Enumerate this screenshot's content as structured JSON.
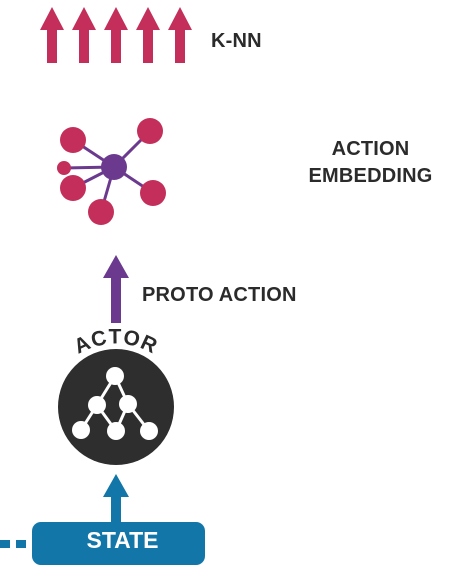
{
  "labels": {
    "knn": "K-NN",
    "action_embedding_line1": "ACTION",
    "action_embedding_line2": "EMBEDDING",
    "proto_action": "PROTO ACTION",
    "actor": "ACTOR",
    "state": "STATE"
  },
  "colors": {
    "knn_arrows": "#c42e5a",
    "embedding_nodes": "#c42e5a",
    "embedding_center": "#6b3a8e",
    "proto_arrow": "#6b3a8e",
    "actor_circle": "#2e2e2e",
    "state_box": "#1276a8",
    "state_arrow": "#1276a8"
  },
  "icons": [
    "up-arrow-icon",
    "network-graph-icon",
    "neural-tree-icon"
  ]
}
